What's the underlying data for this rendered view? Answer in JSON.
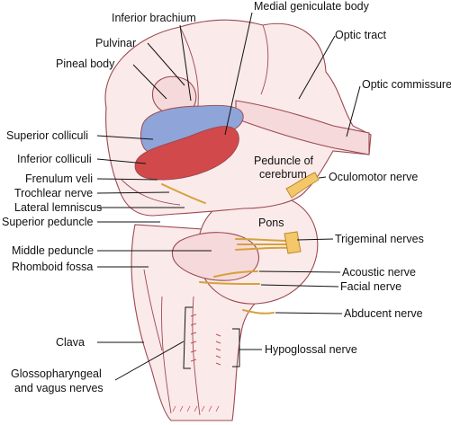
{
  "labels": {
    "inferior_brachium": "Inferior brachium",
    "medial_geniculate_body": "Medial geniculate body",
    "pulvinar": "Pulvinar",
    "optic_tract": "Optic tract",
    "pineal_body": "Pineal body",
    "optic_commissure": "Optic commissure",
    "superior_colliculi": "Superior colliculi",
    "inferior_colliculi": "Inferior colliculi",
    "peduncle_line1": "Peduncle of",
    "peduncle_line2": "cerebrum",
    "frenulum_veli": "Frenulum veli",
    "oculomotor_nerve": "Oculomotor nerve",
    "trochlear_nerve": "Trochlear nerve",
    "lateral_lemniscus": "Lateral lemniscus",
    "superior_peduncle": "Superior peduncle",
    "pons": "Pons",
    "trigeminal_nerves": "Trigeminal nerves",
    "middle_peduncle": "Middle peduncle",
    "rhomboid_fossa": "Rhomboid fossa",
    "acoustic_nerve": "Acoustic nerve",
    "facial_nerve": "Facial nerve",
    "abducent_nerve": "Abducent nerve",
    "clava": "Clava",
    "hypoglossal_nerve": "Hypoglossal nerve",
    "glosso_line1": "Glossopharyngeal",
    "glosso_line2": "and vagus nerves"
  },
  "colors": {
    "tissue": "#fbeaea",
    "outline": "#9b4a52",
    "superior_colliculi": "#8fa4d8",
    "inferior_colliculi": "#d2494b",
    "nerve": "#f4c86a"
  }
}
